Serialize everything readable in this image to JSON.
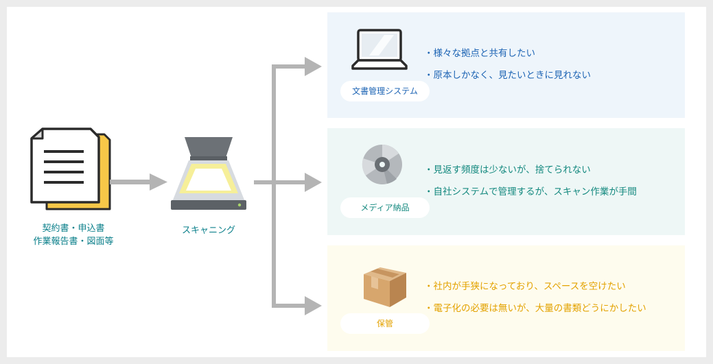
{
  "source": {
    "lines": [
      "契約書・申込書",
      "作業報告書・図面等"
    ],
    "icon": "document-icon"
  },
  "scanner": {
    "label": "スキャニング",
    "icon": "scanner-icon"
  },
  "panels": [
    {
      "label": "文書管理システム",
      "icon": "laptop-icon",
      "color": "#1d64b4",
      "background": "#eef5fb",
      "bullets": [
        "・様々な拠点と共有したい",
        "・原本しかなく、見たいときに見れない"
      ]
    },
    {
      "label": "メディア納品",
      "icon": "disc-icon",
      "color": "#14897f",
      "background": "#eef7f6",
      "bullets": [
        "・見返す頻度は少ないが、捨てられない",
        "・自社システムで管理するが、スキャン作業が手間"
      ]
    },
    {
      "label": "保管",
      "icon": "cardboard-box-icon",
      "color": "#e3a200",
      "background": "#fefcee",
      "bullets": [
        "・社内が手狭になっており、スペースを空けたい",
        "・電子化の必要は無いが、大量の書類どうにかしたい"
      ]
    }
  ],
  "colors": {
    "arrow": "#b4b4b4",
    "caption": "#0a7f8a"
  }
}
